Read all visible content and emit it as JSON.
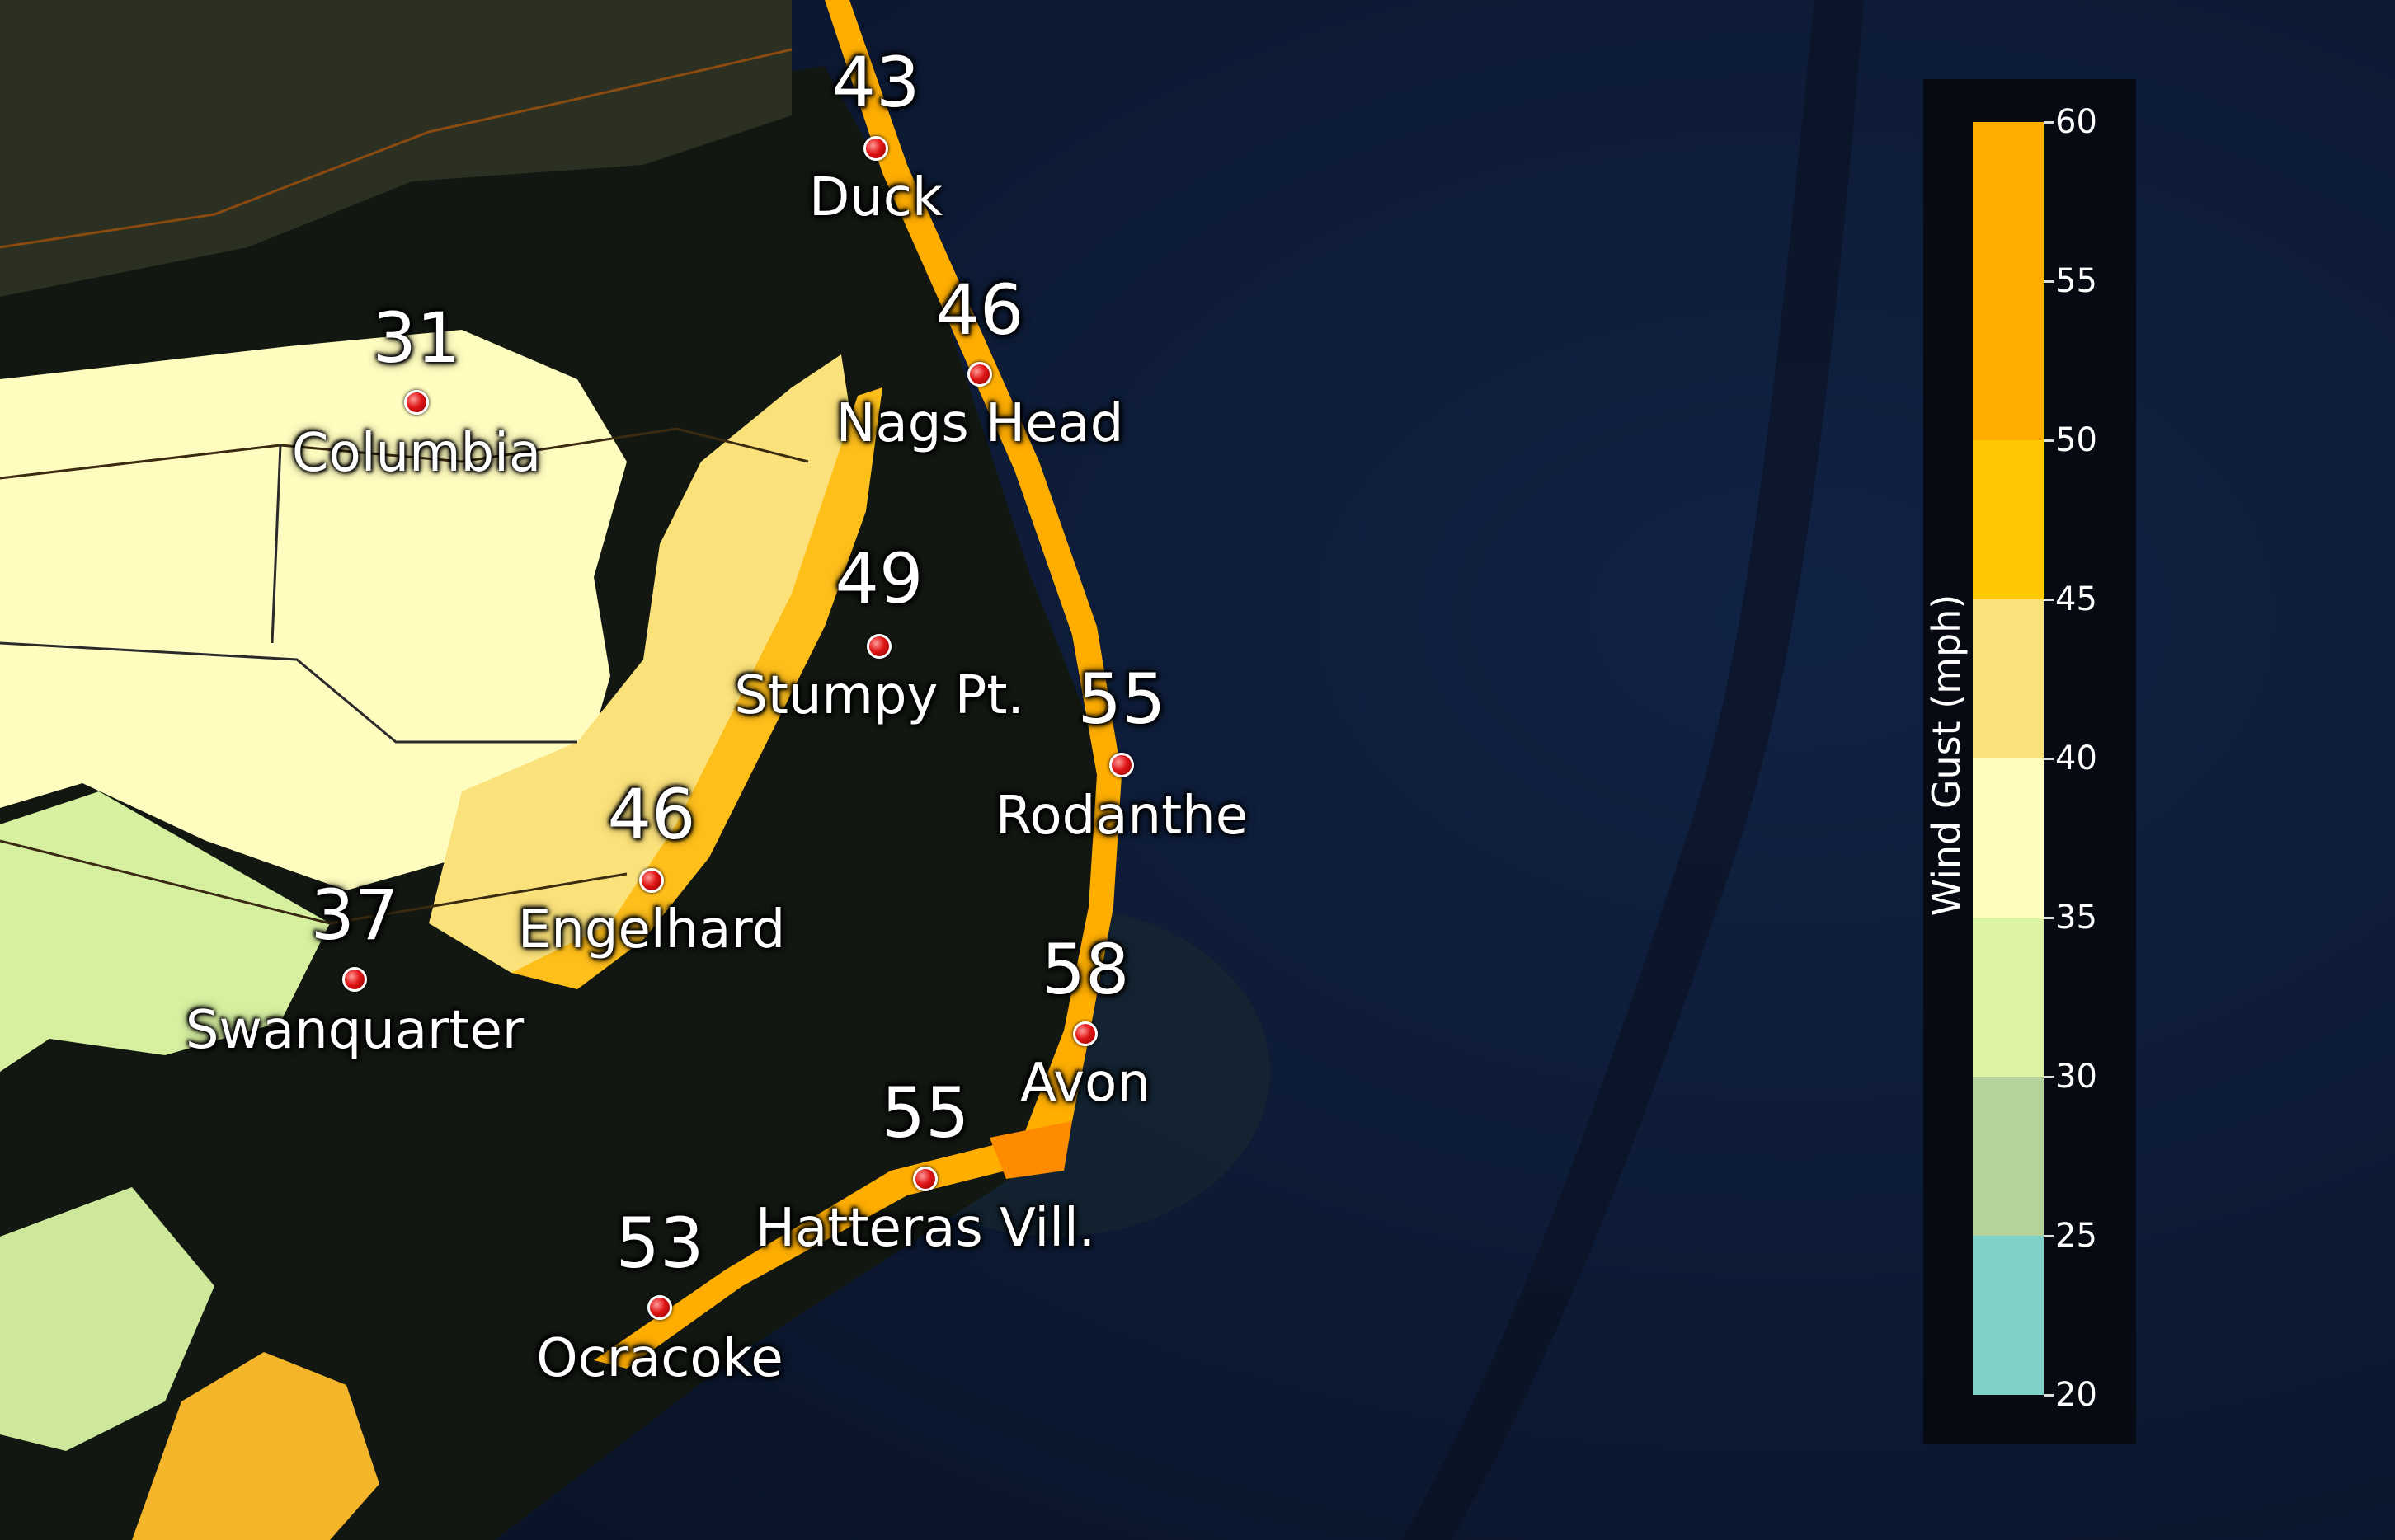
{
  "legend": {
    "title": "Wind Gust (mph)",
    "ticks": [
      "60",
      "55",
      "50",
      "45",
      "40",
      "35",
      "30",
      "25",
      "20"
    ],
    "bands": [
      {
        "from": 55,
        "to": 60,
        "color": "#ffae00"
      },
      {
        "from": 50,
        "to": 55,
        "color": "#ffae00"
      },
      {
        "from": 45,
        "to": 50,
        "color": "#ffc800"
      },
      {
        "from": 40,
        "to": 45,
        "color": "#fbe17a"
      },
      {
        "from": 35,
        "to": 40,
        "color": "#fffcbf"
      },
      {
        "from": 30,
        "to": 35,
        "color": "#dcf3a4"
      },
      {
        "from": 25,
        "to": 30,
        "color": "#b4d29a"
      },
      {
        "from": 20,
        "to": 25,
        "color": "#7fd1c7"
      }
    ]
  },
  "stations": [
    {
      "name": "Duck",
      "gust": "43"
    },
    {
      "name": "Nags Head",
      "gust": "46"
    },
    {
      "name": "Columbia",
      "gust": "31"
    },
    {
      "name": "Stumpy Pt.",
      "gust": "49"
    },
    {
      "name": "Rodanthe",
      "gust": "55"
    },
    {
      "name": "Engelhard",
      "gust": "46"
    },
    {
      "name": "Swanquarter",
      "gust": "37"
    },
    {
      "name": "Avon",
      "gust": "58"
    },
    {
      "name": "Hatteras Vill.",
      "gust": "55"
    },
    {
      "name": "Ocracoke",
      "gust": "53"
    }
  ],
  "colors": {
    "ocean": "#0d1a33",
    "sound": "#0f140f",
    "land_dark": "#2a2f22",
    "marker": "#e01515"
  }
}
